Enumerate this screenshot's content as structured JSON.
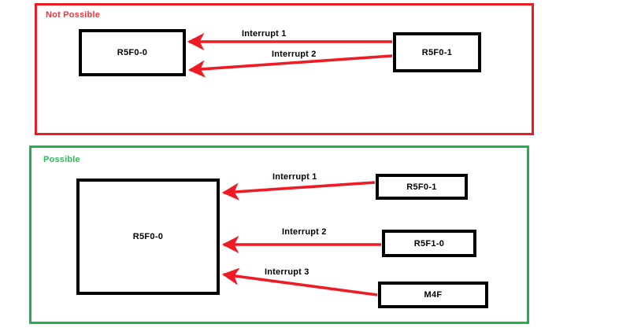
{
  "diagram": {
    "panels": [
      {
        "id": "not-possible",
        "title": "Not Possible",
        "border_color": "#ee1b24",
        "title_color": "#f1353a",
        "nodes": [
          {
            "id": "r5f0-0-top",
            "label": "R5F0-0"
          },
          {
            "id": "r5f0-1-top",
            "label": "R5F0-1"
          }
        ],
        "edges": [
          {
            "id": "edge-interrupt-1-top",
            "label": "Interrupt 1",
            "from": "R5F0-1",
            "to": "R5F0-0",
            "color": "#ee1b24"
          },
          {
            "id": "edge-interrupt-2-top",
            "label": "Interrupt 2",
            "from": "R5F0-1",
            "to": "R5F0-0",
            "color": "#ee1b24"
          }
        ]
      },
      {
        "id": "possible",
        "title": "Possible",
        "border_color": "#22b14c",
        "title_color": "#2bbd59",
        "nodes": [
          {
            "id": "r5f0-0-bottom",
            "label": "R5F0-0"
          },
          {
            "id": "r5f0-1-bottom",
            "label": "R5F0-1"
          },
          {
            "id": "r5f1-0-bottom",
            "label": "R5F1-0"
          },
          {
            "id": "m4f-bottom",
            "label": "M4F"
          }
        ],
        "edges": [
          {
            "id": "edge-interrupt-1-bottom",
            "label": "Interrupt 1",
            "from": "R5F0-1",
            "to": "R5F0-0",
            "color": "#ee1b24"
          },
          {
            "id": "edge-interrupt-2-bottom",
            "label": "Interrupt 2",
            "from": "R5F1-0",
            "to": "R5F0-0",
            "color": "#ee1b24"
          },
          {
            "id": "edge-interrupt-3-bottom",
            "label": "Interrupt 3",
            "from": "M4F",
            "to": "R5F0-0",
            "color": "#ee1b24"
          }
        ]
      }
    ]
  }
}
